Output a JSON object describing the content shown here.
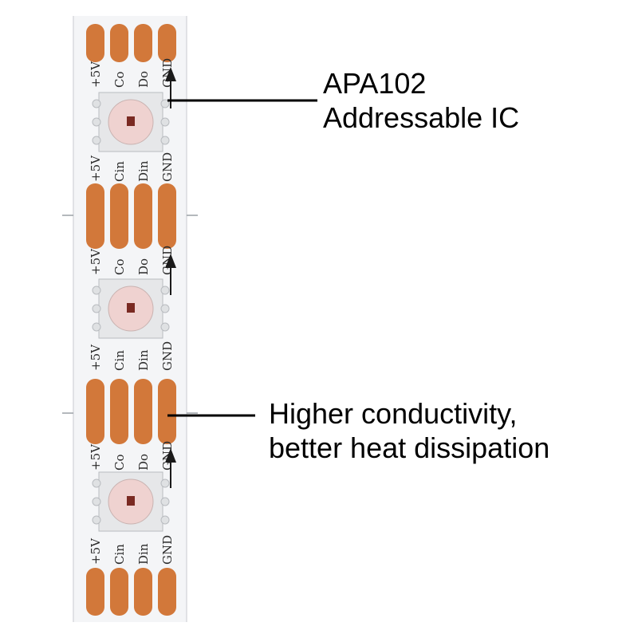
{
  "pin_labels": {
    "top": [
      "+5V",
      "Co",
      "Do",
      "GND"
    ],
    "bottom": [
      "+5V",
      "Cin",
      "Din",
      "GND"
    ]
  },
  "callouts": {
    "ic": {
      "line1": "APA102",
      "line2": "Addressable IC"
    },
    "pad": {
      "line1": "Higher conductivity,",
      "line2": "better heat dissipation"
    }
  },
  "direction_arrow": "arrow-up-icon",
  "colors": {
    "strip": "#f4f5f7",
    "strip_edge": "#d8dadd",
    "copper_pad": "#d2783a",
    "led_body": "#e6e7e9",
    "led_lens": "#efd2d0",
    "led_die": "#7a2a22",
    "leader_line": "#000000"
  }
}
